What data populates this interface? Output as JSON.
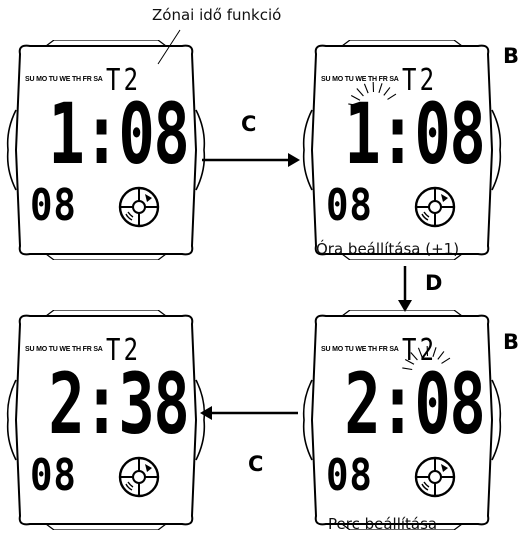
{
  "labels": {
    "zone_function": "Zónai idő funkció",
    "hour_setting": "Óra beállítása (+1)",
    "minute_setting": "Perc beállítása"
  },
  "keys": {
    "b_top": "B",
    "c_top": "C",
    "d_mid": "D",
    "b_bottom": "B",
    "c_bottom": "C"
  },
  "watches": [
    {
      "days": "SU MO TU WE TH FR SA",
      "zone": "T2",
      "time": "1:08",
      "date": "08",
      "blink": "none"
    },
    {
      "days": "SU MO TU WE TH FR SA",
      "zone": "T2",
      "time": "1:08",
      "date": "08",
      "blink": "hour"
    },
    {
      "days": "SU MO TU WE TH FR SA",
      "zone": "T2",
      "time": "2:08",
      "date": "08",
      "blink": "minute"
    },
    {
      "days": "SU MO TU WE TH FR SA",
      "zone": "T2",
      "time": "2:38",
      "date": "08",
      "blink": "none"
    }
  ],
  "icons": {
    "dial": "compass-dial-icon",
    "blink": "blink-rays-icon",
    "arrow": "arrow-icon"
  }
}
